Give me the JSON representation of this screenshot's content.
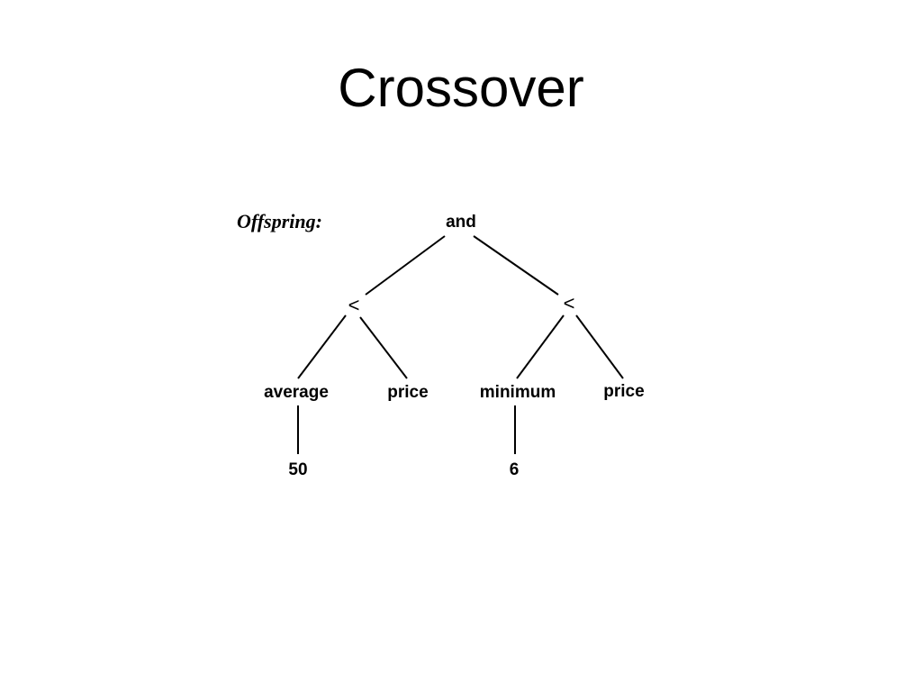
{
  "slide": {
    "title": "Crossover"
  },
  "diagram": {
    "caption": "Offspring:",
    "nodes": {
      "root": "and",
      "left_op": "<",
      "right_op": "<",
      "left_left": "average",
      "left_right": "price",
      "right_left": "minimum",
      "right_right": "price",
      "left_left_arg": "50",
      "right_left_arg": "6"
    }
  }
}
